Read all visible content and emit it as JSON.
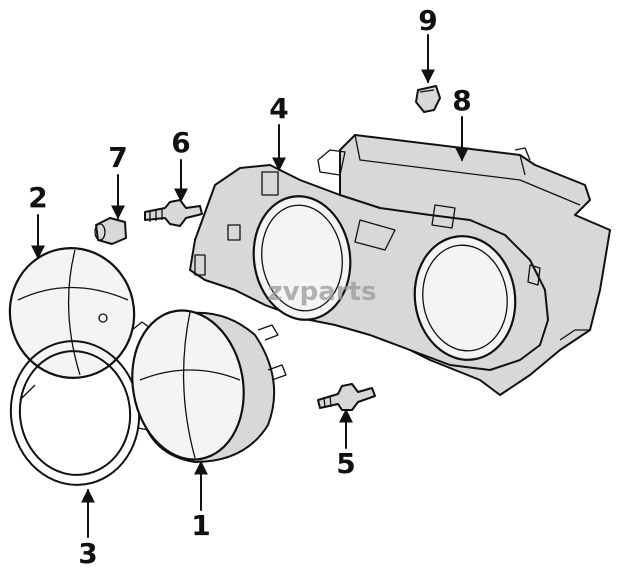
{
  "watermark": "zvparts",
  "callouts": [
    {
      "id": "1",
      "label": "1"
    },
    {
      "id": "2",
      "label": "2"
    },
    {
      "id": "3",
      "label": "3"
    },
    {
      "id": "4",
      "label": "4"
    },
    {
      "id": "5",
      "label": "5"
    },
    {
      "id": "6",
      "label": "6"
    },
    {
      "id": "7",
      "label": "7"
    },
    {
      "id": "8",
      "label": "8"
    },
    {
      "id": "9",
      "label": "9"
    }
  ]
}
